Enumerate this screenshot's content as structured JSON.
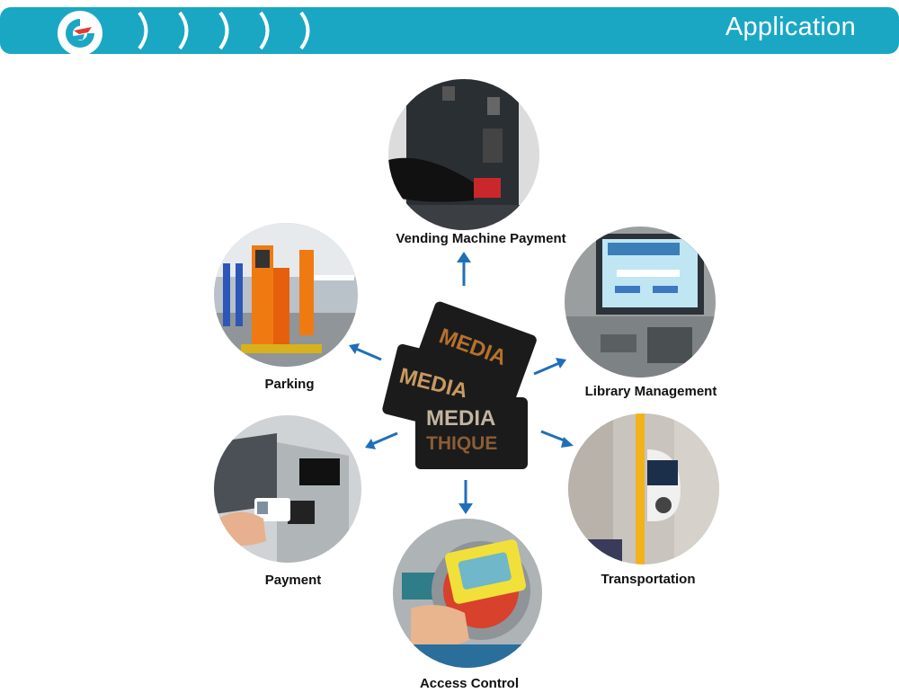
{
  "header": {
    "title": "Application",
    "accent_color": "#1aa7c4",
    "logo_icon": "brand-logo-icon"
  },
  "applications": [
    {
      "label": "Vending Machine Payment",
      "icon": "vending-machine-photo"
    },
    {
      "label": "Library Management",
      "icon": "library-checkout-photo"
    },
    {
      "label": "Transportation",
      "icon": "bus-validator-photo"
    },
    {
      "label": "Access Control",
      "icon": "access-control-photo"
    },
    {
      "label": "Payment",
      "icon": "card-payment-photo"
    },
    {
      "label": "Parking",
      "icon": "parking-gate-photo"
    }
  ],
  "center_cards": {
    "card_text_top": "MEDIA",
    "card_text_bottom": "THIQUE"
  }
}
